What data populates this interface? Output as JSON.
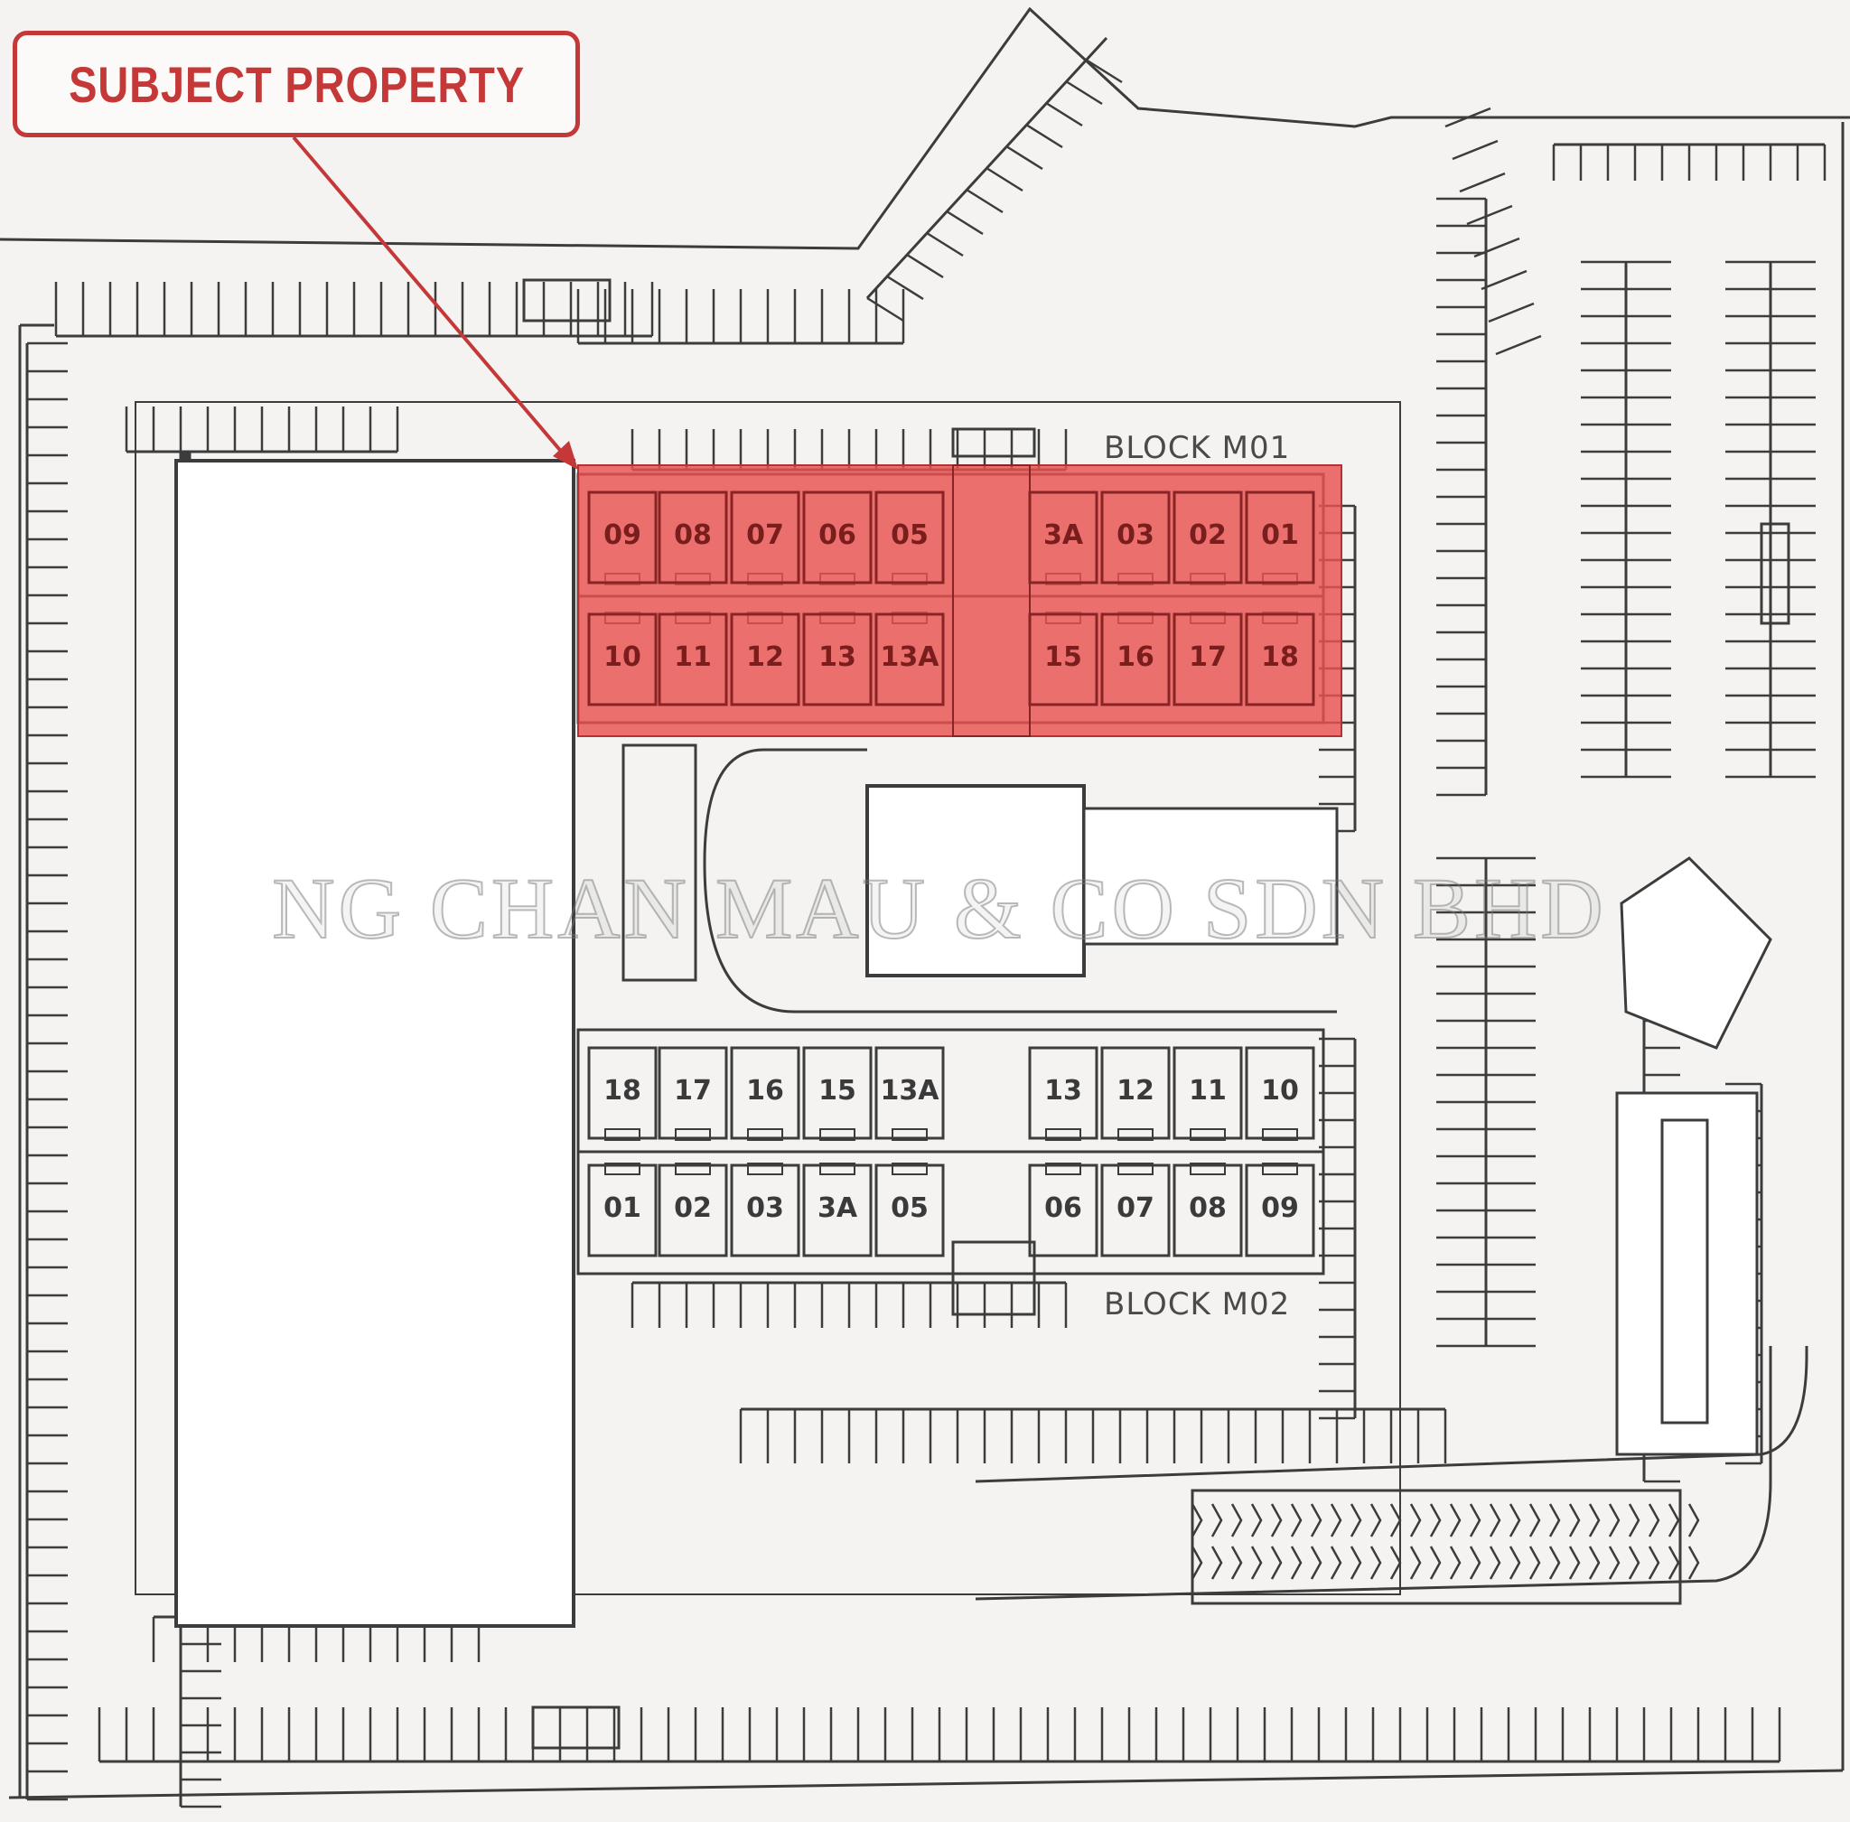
{
  "callout": {
    "text": "SUBJECT PROPERTY"
  },
  "watermark": "NG CHAN MAU & CO SDN BHD",
  "highlight_color": "#e8524f",
  "blocks": [
    {
      "label": "BLOCK M01",
      "highlighted": true,
      "top_row": [
        "09",
        "08",
        "07",
        "06",
        "05",
        "3A",
        "03",
        "02",
        "01"
      ],
      "bottom_row": [
        "10",
        "11",
        "12",
        "13",
        "13A",
        "15",
        "16",
        "17",
        "18"
      ]
    },
    {
      "label": "BLOCK M02",
      "highlighted": false,
      "top_row": [
        "18",
        "17",
        "16",
        "15",
        "13A",
        "13",
        "12",
        "11",
        "10"
      ],
      "bottom_row": [
        "01",
        "02",
        "03",
        "3A",
        "05",
        "06",
        "07",
        "08",
        "09"
      ]
    }
  ]
}
